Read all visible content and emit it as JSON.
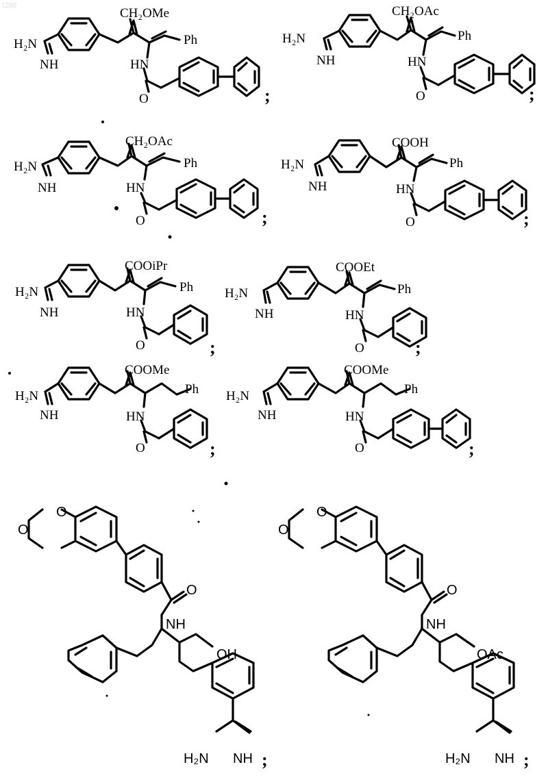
{
  "page_id": "1280",
  "separator": ";",
  "structures": [
    {
      "amidine_nh2": "H₂N",
      "amidine_nh": "NH",
      "substituent": "CH₂OMe",
      "terminal": "Ph",
      "amide_nh": "HN",
      "carbonyl_o": "O"
    },
    {
      "amidine_nh2": "H₂N",
      "amidine_nh": "NH",
      "substituent": "CH₂OAc",
      "terminal": "Ph",
      "amide_nh": "HN",
      "carbonyl_o": "O"
    },
    {
      "amidine_nh2": "H₂N",
      "amidine_nh": "NH",
      "substituent": "CH₂OAc",
      "terminal": "Ph",
      "amide_nh": "HN",
      "carbonyl_o": "O"
    },
    {
      "amidine_nh2": "H₂N",
      "amidine_nh": "NH",
      "substituent": "COOH",
      "terminal": "Ph",
      "amide_nh": "HN",
      "carbonyl_o": "O"
    },
    {
      "amidine_nh2": "H₂N",
      "amidine_nh": "NH",
      "substituent": "COOiPr",
      "terminal": "Ph",
      "amide_nh": "HN",
      "carbonyl_o": "O"
    },
    {
      "amidine_nh2": "H₂N",
      "amidine_nh": "NH",
      "substituent": "COOEt",
      "terminal": "Ph",
      "amide_nh": "HN",
      "carbonyl_o": "O"
    },
    {
      "amidine_nh2": "H₂N",
      "amidine_nh": "NH",
      "substituent": "COOMe",
      "terminal": "Ph",
      "amide_nh": "HN",
      "carbonyl_o": "O"
    },
    {
      "amidine_nh2": "H₂N",
      "amidine_nh": "NH",
      "substituent": "COOMe",
      "terminal": "Ph",
      "amide_nh": "HN",
      "carbonyl_o": "O"
    },
    {
      "dioxane_o1": "O",
      "dioxane_o2": "O",
      "carbonyl_o": "O",
      "amide_nh": "NH",
      "substituent": "OH",
      "amidine_nh2": "H₂N",
      "amidine_nh": "NH"
    },
    {
      "dioxane_o1": "O",
      "dioxane_o2": "O",
      "carbonyl_o": "O",
      "amide_nh": "NH",
      "substituent": "OAc",
      "amidine_nh2": "H₂N",
      "amidine_nh": "NH"
    }
  ]
}
